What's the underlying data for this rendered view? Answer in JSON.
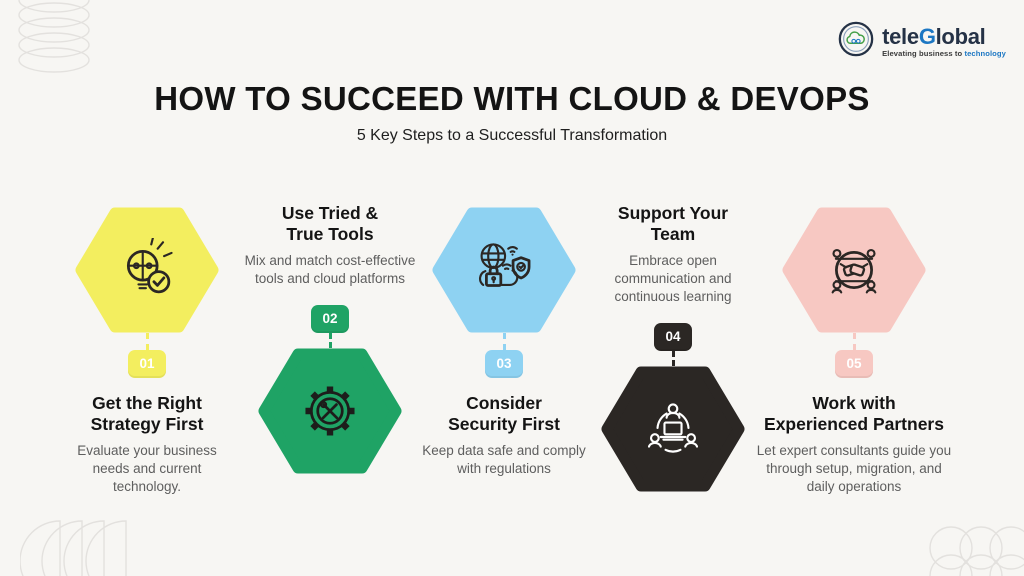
{
  "colors": {
    "background": "#f7f6f3",
    "heading_text": "#141414",
    "body_text": "#5e5e5e",
    "badge_text": "#ffffff",
    "decoration_stroke": "#e3e1de",
    "logo_navy": "#253246",
    "logo_blue": "#1c77c3",
    "logo_green": "#45a049",
    "step_yellow": "#f3ee5f",
    "step_green": "#1fa365",
    "step_blue": "#8ed2f2",
    "step_dark": "#2b2724",
    "step_pink": "#f7c8c2"
  },
  "logo": {
    "brand_prefix": "tele",
    "brand_accent": "G",
    "brand_suffix": "lobal",
    "tagline_prefix": "Elevating business to ",
    "tagline_accent": "technology",
    "mark_icon": "teleglobal-cloud-logo-icon"
  },
  "header": {
    "title": "HOW TO SUCCEED WITH CLOUD & DEVOPS",
    "subtitle": "5 Key Steps to a Successful Transformation"
  },
  "steps": [
    {
      "number": "01",
      "title": "Get the Right\nStrategy First",
      "description": "Evaluate your business needs and current technology.",
      "color": "#f3ee5f",
      "icon_color": "#2b2724",
      "icon": "strategy-puzzle-check-icon",
      "hex_position": "top"
    },
    {
      "number": "02",
      "title": "Use Tried &\nTrue Tools",
      "description": "Mix and match cost-effective tools and cloud platforms",
      "color": "#1fa365",
      "icon_color": "#1d1d1b",
      "icon": "gear-tools-icon",
      "hex_position": "bottom"
    },
    {
      "number": "03",
      "title": "Consider\nSecurity First",
      "description": "Keep data safe and comply with regulations",
      "color": "#8ed2f2",
      "icon_color": "#2b2724",
      "icon": "cloud-security-icon",
      "hex_position": "top"
    },
    {
      "number": "04",
      "title": "Support Your\nTeam",
      "description": "Embrace open communication and continuous learning",
      "color": "#2b2724",
      "icon_color": "#ffffff",
      "icon": "team-collaboration-icon",
      "hex_position": "bottom"
    },
    {
      "number": "05",
      "title": "Work with\nExperienced Partners",
      "description": "Let expert consultants guide you through setup, migration, and daily operations",
      "color": "#f7c8c2",
      "icon_color": "#2b2724",
      "icon": "partnership-handshake-icon",
      "hex_position": "top"
    }
  ],
  "decorations": [
    "coil-ellipses-decoration",
    "arc-petals-decoration",
    "overlapping-circles-decoration"
  ]
}
